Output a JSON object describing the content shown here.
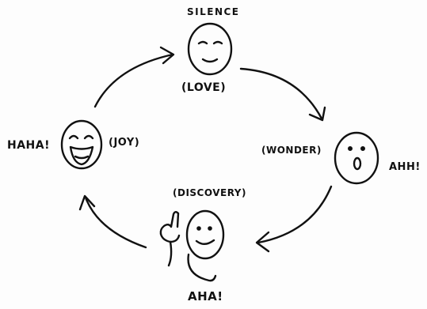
{
  "labels": {
    "silence": "SILENCE",
    "love": "(LOVE)",
    "haha": "HAHA!",
    "joy": "(JOY)",
    "wonder": "(WONDER)",
    "ahh": "AHH!",
    "discovery": "(DISCOVERY)",
    "aha": "AHA!"
  },
  "colors": {
    "ink": "#111111",
    "background": "#fdfdfd"
  }
}
